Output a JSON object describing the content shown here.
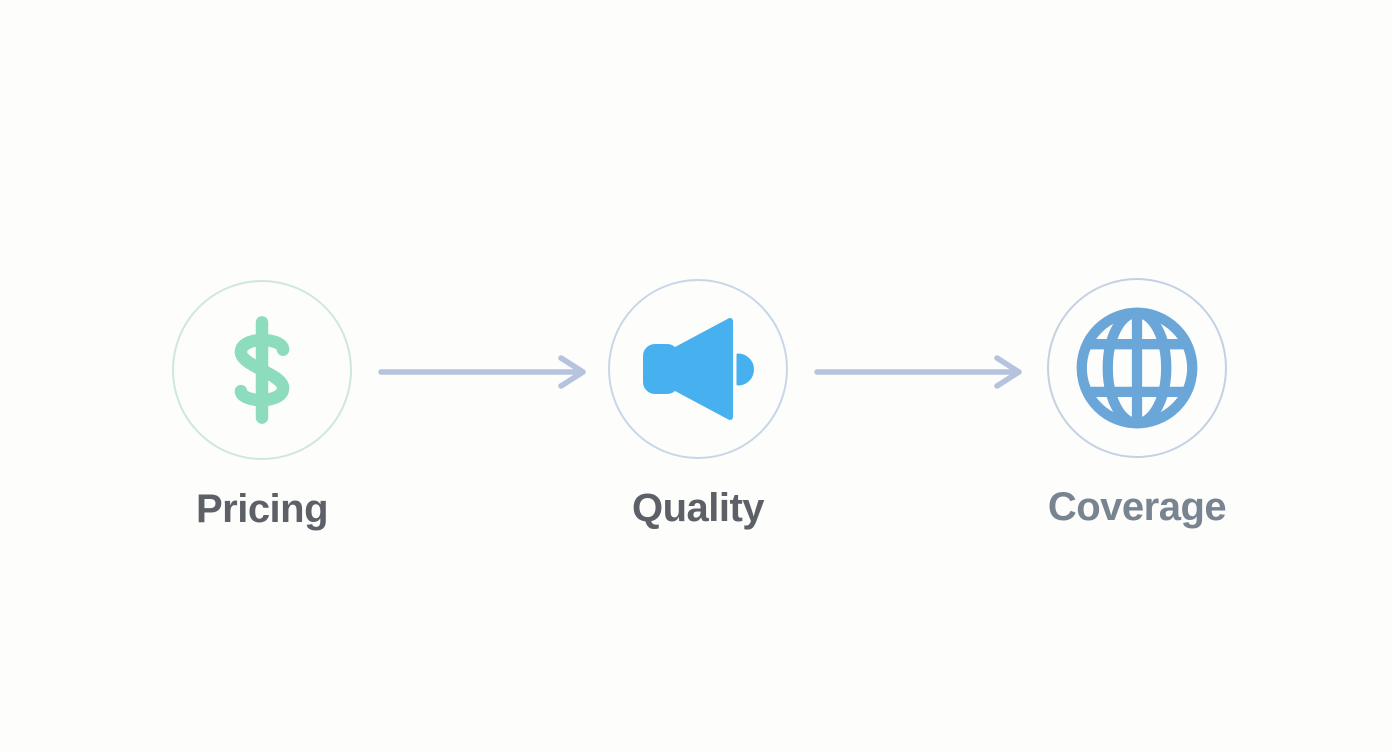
{
  "page": {
    "background_color": "#fdfdfc"
  },
  "diagram": {
    "arrow_color": "#b6c3de",
    "steps": [
      {
        "label": "Pricing",
        "icon": "dollar-sign-icon",
        "icon_color": "#8ddcbd",
        "circle_border_color": "#cfe8da",
        "label_color": "#5d6167"
      },
      {
        "label": "Quality",
        "icon": "speaker-icon",
        "icon_color": "#47b0ee",
        "circle_border_color": "#c8d7e6",
        "label_color": "#5d6167"
      },
      {
        "label": "Coverage",
        "icon": "globe-icon",
        "icon_color": "#6aa7d8",
        "circle_border_color": "#c2d2e3",
        "label_color": "#78848f"
      }
    ]
  }
}
